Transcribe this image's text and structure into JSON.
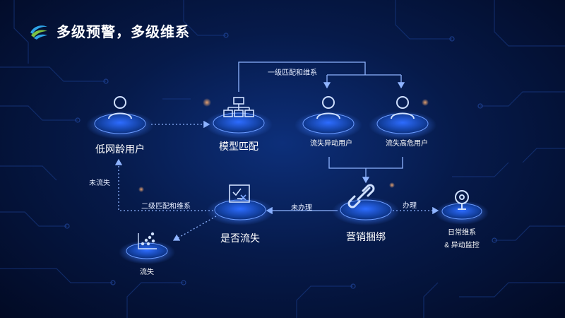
{
  "header": {
    "title": "多级预警，多级维系",
    "logo_icon": "china-mobile-logo-icon"
  },
  "nodes": {
    "low_age_user": {
      "label": "低网龄用户",
      "icon": "user-icon"
    },
    "model_match": {
      "label": "模型匹配",
      "icon": "hierarchy-icon"
    },
    "churn_abnormal_user": {
      "label": "流失异动用户",
      "icon": "user-icon"
    },
    "churn_high_risk_user": {
      "label": "流失高危用户",
      "icon": "user-icon"
    },
    "marketing_bundle": {
      "label": "营销捆绑",
      "icon": "link-icon"
    },
    "daily_maintain": {
      "line1": "日常维系",
      "line2": "& 异动监控",
      "icon": "webcam-icon"
    },
    "is_churn": {
      "label": "是否流失",
      "icon": "checklist-icon"
    },
    "churned": {
      "label": "流失",
      "icon": "scatter-chart-icon"
    }
  },
  "edges": {
    "level1": "一级匹配和维系",
    "level2": "二级匹配和维系",
    "not_churned": "未流失",
    "not_handled": "未办理",
    "handled": "办理"
  },
  "colors": {
    "accent": "#3d7bff",
    "glow": "#2f6bff",
    "line": "#8fb4ff",
    "background": "#061a4a"
  }
}
